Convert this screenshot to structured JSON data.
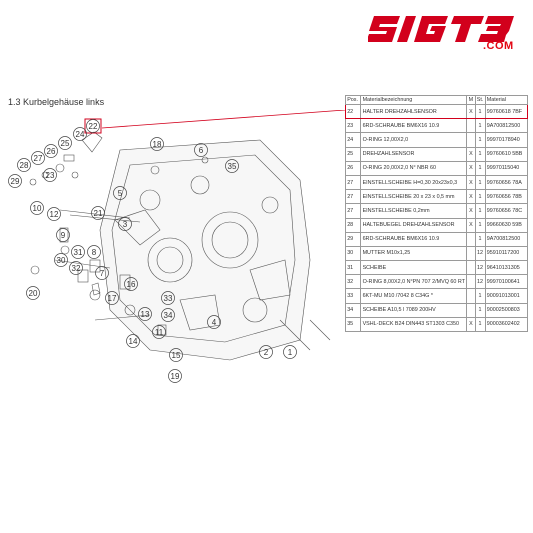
{
  "brand": {
    "logo_text": "SIGT3",
    "domain": ".COM",
    "color": "#d2001c"
  },
  "section": {
    "title": "1.3  Kurbelgehäuse links"
  },
  "table": {
    "headers": {
      "pos": "Pos.",
      "desc": "Materialbezeichnung",
      "m": "M",
      "st": "St.",
      "mat": "Material"
    },
    "highlight_color": "#d2001c",
    "rows": [
      {
        "pos": "22",
        "desc": "HALTER DREHZAHLSENSOR",
        "m": "X",
        "st": "1",
        "mat": "99760618 7BF",
        "hl": true
      },
      {
        "pos": "23",
        "desc": "6RD-SCHRAUBE BM6X16 10.9",
        "m": "",
        "st": "1",
        "mat": "9A700812500"
      },
      {
        "pos": "24",
        "desc": "O-RING 12,00X2,0",
        "m": "",
        "st": "1",
        "mat": "99970178940"
      },
      {
        "pos": "25",
        "desc": "DREHZAHLSENSOR",
        "m": "X",
        "st": "1",
        "mat": "99760610 5BB"
      },
      {
        "pos": "26",
        "desc": "O-RING 20,00X2,0 N° NBR 60",
        "m": "X",
        "st": "1",
        "mat": "99970115040"
      },
      {
        "pos": "27",
        "desc": "EINSTELLSCHEIBE H=0,30 20x23x0,3",
        "m": "X",
        "st": "1",
        "mat": "99760656 78A"
      },
      {
        "pos": "27",
        "desc": "EINSTELLSCHEIBE 20 x 23 x 0,5 mm",
        "m": "X",
        "st": "1",
        "mat": "99760656 78B"
      },
      {
        "pos": "27",
        "desc": "EINSTELLSCHEIBE 0,2mm",
        "m": "X",
        "st": "1",
        "mat": "99760656 78C"
      },
      {
        "pos": "28",
        "desc": "HALTEBUEGEL DREHZAHLSENSOR",
        "m": "X",
        "st": "1",
        "mat": "99660630 59B"
      },
      {
        "pos": "29",
        "desc": "6RD-SCHRAUBE BM6X16 10.9",
        "m": "",
        "st": "1",
        "mat": "9A700812500"
      },
      {
        "pos": "30",
        "desc": "MUTTER M10x1,25",
        "m": "",
        "st": "12",
        "mat": "95910117200"
      },
      {
        "pos": "31",
        "desc": "SCHEIBE",
        "m": "",
        "st": "12",
        "mat": "96410131305"
      },
      {
        "pos": "32",
        "desc": "O-RING 8,00X2,0 N°PN 707 2/MVQ 60 RT",
        "m": "",
        "st": "12",
        "mat": "99970100641"
      },
      {
        "pos": "33",
        "desc": "6KT-MU M10 /7042 8 C34G *",
        "m": "",
        "st": "1",
        "mat": "90091013001"
      },
      {
        "pos": "34",
        "desc": "SCHEIBE A10,5 l 7089 200HV",
        "m": "",
        "st": "1",
        "mat": "90002500803"
      },
      {
        "pos": "35",
        "desc": "VSHL-DECK B24 DIN443 ST1303 C350",
        "m": "X",
        "st": "1",
        "mat": "90003602402"
      }
    ]
  },
  "diagram": {
    "highlighted_label": "22",
    "labels": [
      "22",
      "24",
      "25",
      "26",
      "27",
      "28",
      "29",
      "23",
      "18",
      "6",
      "35",
      "5",
      "10",
      "12",
      "9",
      "21",
      "3",
      "8",
      "31",
      "30",
      "32",
      "20",
      "7",
      "16",
      "17",
      "4",
      "33",
      "34",
      "13",
      "11",
      "14",
      "15",
      "19",
      "2",
      "1"
    ]
  }
}
